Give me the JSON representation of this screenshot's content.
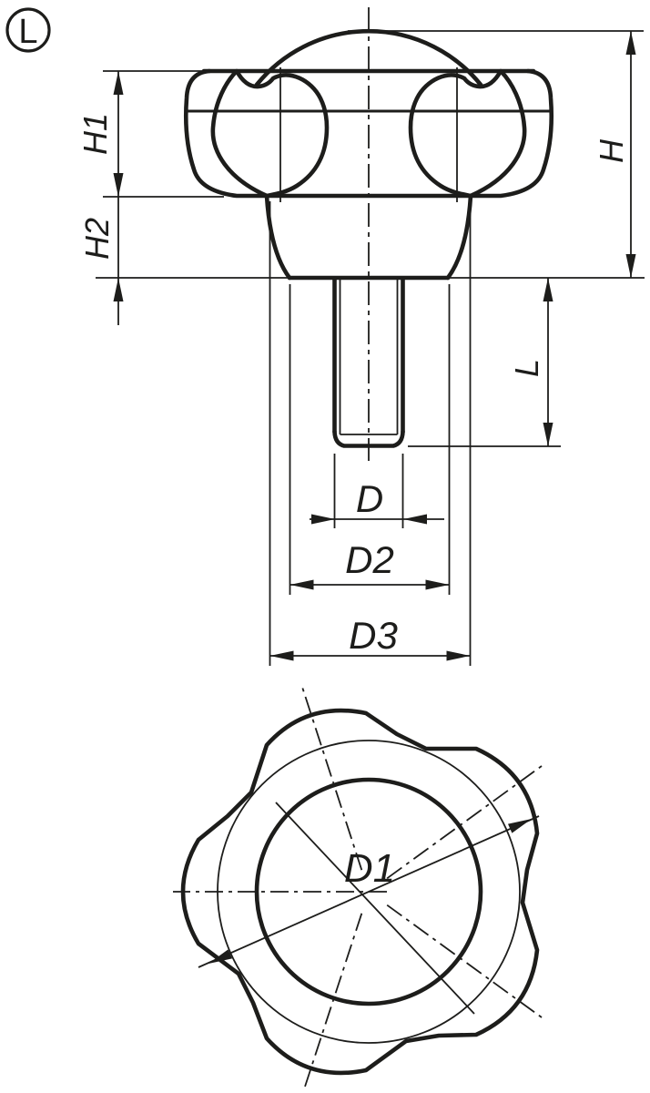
{
  "page": {
    "background": "#ffffff",
    "line_color": "#1d1d1b",
    "description": "Technical drawing of a five-lobed star grip knob with threaded stud, front view with dimensions and bottom view"
  },
  "badge": {
    "label": "L"
  },
  "side_view": {
    "labels": {
      "h1": "H1",
      "h2": "H2",
      "h": "H",
      "l": "L",
      "d": "D",
      "d2": "D2",
      "d3": "D3"
    }
  },
  "bottom_view": {
    "labels": {
      "d1": "D1"
    }
  }
}
